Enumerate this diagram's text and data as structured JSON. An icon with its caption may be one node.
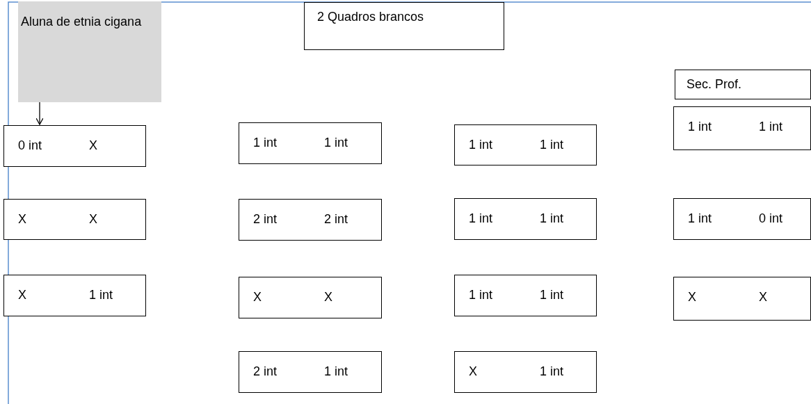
{
  "diagram": {
    "nodes": [
      {
        "text": [
          "2 Quadros brancos"
        ]
      },
      {
        "text": [
          "Aluna de etnia cigana"
        ]
      },
      {
        "text": [
          "Sec. Prof."
        ]
      },
      {
        "text": [
          "0 int",
          "X"
        ]
      },
      {
        "text": [
          "1 int",
          "1 int"
        ]
      },
      {
        "text": [
          "1 int",
          "1 int"
        ]
      },
      {
        "text": [
          "1 int",
          "1 int"
        ]
      },
      {
        "text": [
          "X",
          "X"
        ]
      },
      {
        "text": [
          "2 int",
          "2 int"
        ]
      },
      {
        "text": [
          "1 int",
          "1 int"
        ]
      },
      {
        "text": [
          "1 int",
          "0 int"
        ]
      },
      {
        "text": [
          "X",
          "1 int"
        ]
      },
      {
        "text": [
          "X",
          "X"
        ]
      },
      {
        "text": [
          "1 int",
          "1 int"
        ]
      },
      {
        "text": [
          "X",
          "X"
        ]
      },
      {
        "text": [
          "2 int",
          "1 int"
        ]
      },
      {
        "text": [
          "X",
          "1 int"
        ]
      }
    ],
    "edges": [
      {
        "from": 1,
        "to": 3,
        "arrow": "to"
      }
    ]
  }
}
